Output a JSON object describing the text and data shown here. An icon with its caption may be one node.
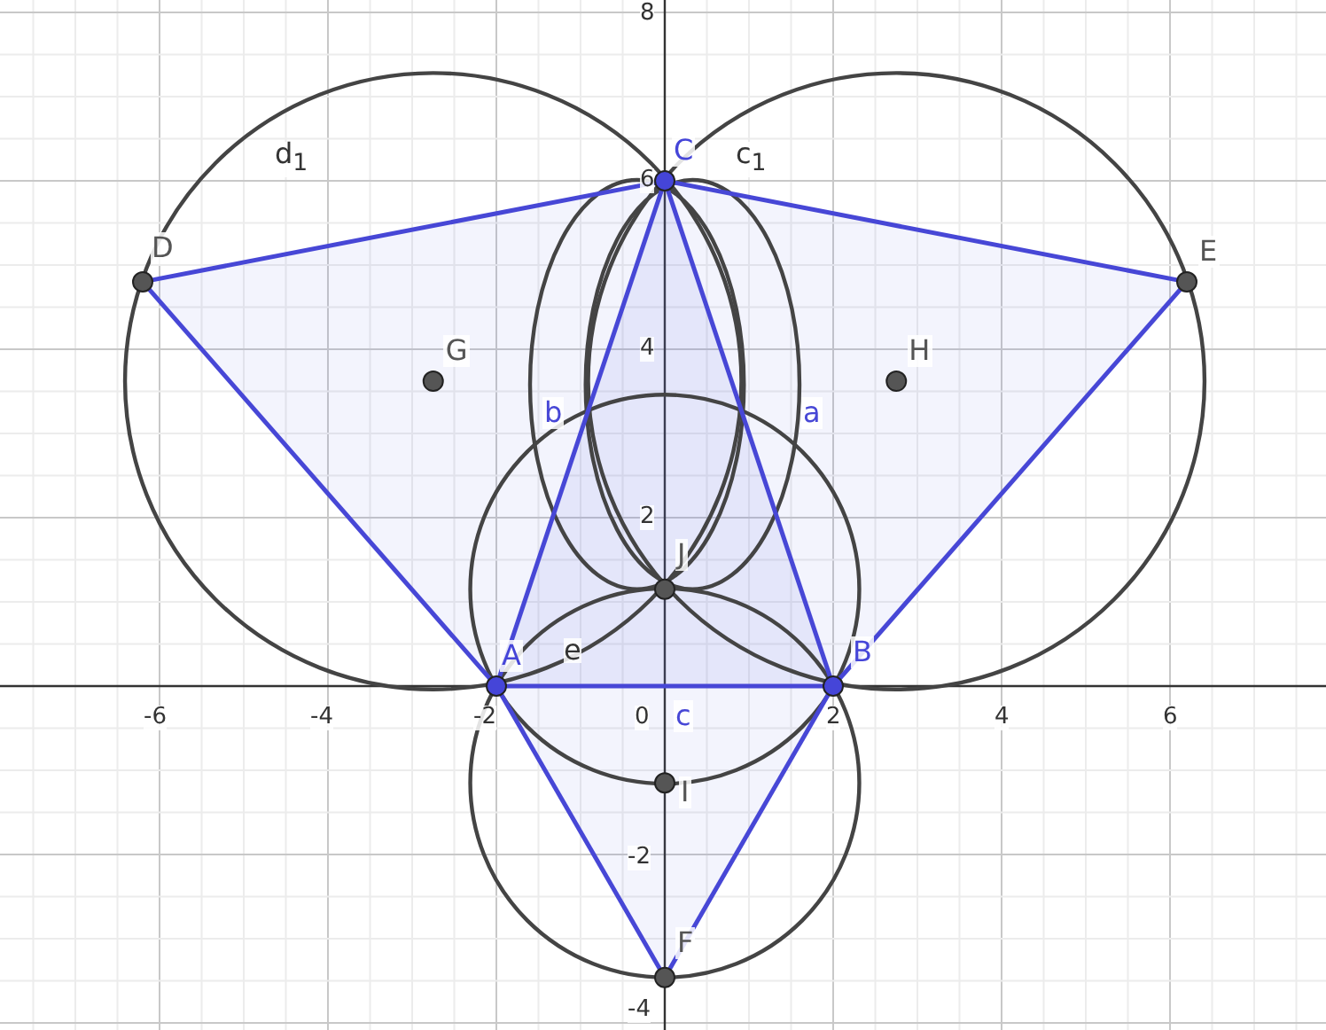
{
  "diagram": {
    "nodes": [
      {
        "text": [
          "A"
        ]
      },
      {
        "text": [
          "B"
        ]
      },
      {
        "text": [
          "C"
        ]
      },
      {
        "text": [
          "D"
        ]
      },
      {
        "text": [
          "E"
        ]
      },
      {
        "text": [
          "F"
        ]
      },
      {
        "text": [
          "G"
        ]
      },
      {
        "text": [
          "H"
        ]
      },
      {
        "text": [
          "I"
        ]
      },
      {
        "text": [
          "J"
        ]
      }
    ],
    "edges": [
      {
        "from": 3,
        "to": 2,
        "arrow": "none"
      },
      {
        "from": 2,
        "to": 4,
        "arrow": "none"
      },
      {
        "from": 4,
        "to": 1,
        "arrow": "none"
      },
      {
        "from": 1,
        "to": 5,
        "arrow": "none"
      },
      {
        "from": 5,
        "to": 0,
        "arrow": "none"
      },
      {
        "from": 0,
        "to": 3,
        "arrow": "none"
      },
      {
        "from": 1,
        "to": 2,
        "label": "a",
        "arrow": "none"
      },
      {
        "from": 0,
        "to": 2,
        "label": "b",
        "arrow": "none"
      },
      {
        "from": 0,
        "to": 1,
        "label": "c",
        "arrow": "none"
      }
    ],
    "labels": [
      "8",
      "d$_{1}$",
      "c$_{1}$",
      "6",
      "4",
      "2",
      "e",
      "-6",
      "-4",
      "-2",
      "0",
      "2",
      "4",
      "6",
      "-2",
      "-4"
    ]
  }
}
